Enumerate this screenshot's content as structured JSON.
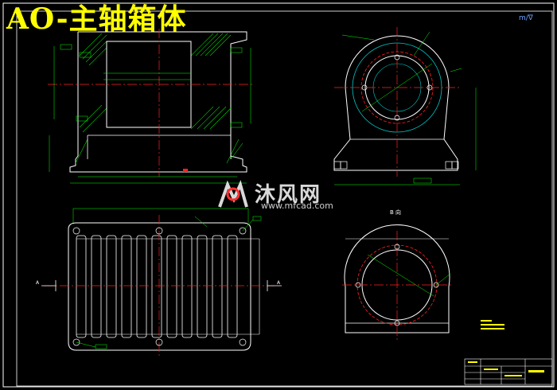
{
  "title": "AO-主轴箱体",
  "watermark": {
    "brand_cn": "沐风网",
    "brand_url": "www.mfcad.com"
  },
  "section_label": "B 向",
  "corner_mark": "m/∇",
  "section_letters": {
    "left": "A",
    "right": "A"
  },
  "colors": {
    "background": "#000000",
    "outline": "#ffffff",
    "center_line": "#ff2020",
    "dimension": "#00ff00",
    "hatch": "#00cc00",
    "title": "#ffff00",
    "bolt_circle": "#00c8c8"
  }
}
